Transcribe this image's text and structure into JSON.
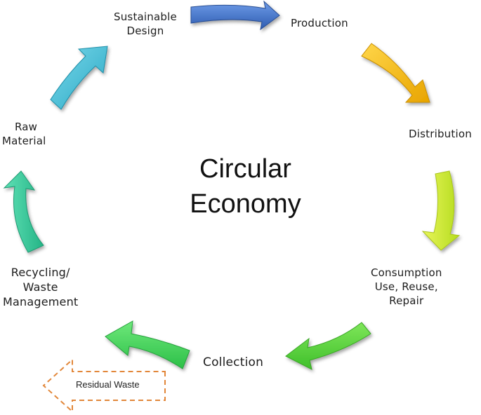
{
  "center_title": {
    "line1": "Circular",
    "line2": "Economy"
  },
  "stages": {
    "sustainable_design": {
      "line1": "Sustainable",
      "line2": "Design"
    },
    "production": {
      "line1": "Production"
    },
    "distribution": {
      "line1": "Distribution"
    },
    "consumption": {
      "line1": "Consumption",
      "line2": "Use, Reuse,",
      "line3": "Repair"
    },
    "collection": {
      "line1": "Collection"
    },
    "recycling": {
      "line1": "Recycling/",
      "line2": "Waste",
      "line3": "Management"
    },
    "raw_material": {
      "line1": "Raw",
      "line2": "Material"
    }
  },
  "residual_waste": {
    "label": "Residual Waste"
  },
  "colors": {
    "design_to_production": "#3a6fc4",
    "production_to_distribution": "#f3b800",
    "distribution_to_consumption": "#c9e82c",
    "consumption_to_collection": "#5fd63a",
    "collection_to_recycling": "#3fd15a",
    "recycling_to_raw": "#33c99a",
    "raw_to_design": "#38b9d2",
    "residual_outline": "#e2873a"
  }
}
